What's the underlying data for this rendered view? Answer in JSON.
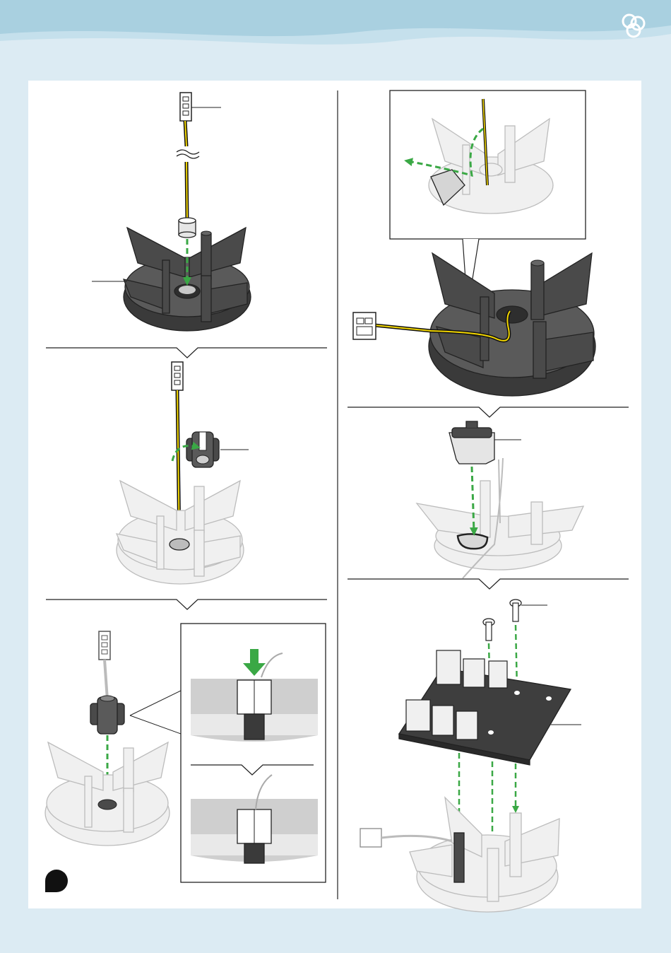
{
  "colors": {
    "page_background": "#dcebf3",
    "header_wave_dark": "#a9d0e0",
    "header_wave_light": "#c5e0ec",
    "panel_background": "#ffffff",
    "part_dark": "#4a4a4a",
    "part_ghost": "#e6e6e6",
    "guide_arrow": "#3aa845",
    "wire_yellow": "#f2d600",
    "wire_black": "#111111",
    "line": "#222222"
  },
  "icons": {
    "brand_logo": "three-circles-logo-icon",
    "step_marker": "black-teardrop-marker-icon"
  },
  "steps": [
    {
      "id": "step-1",
      "depicts": "wire-and-grommet-inserted-into-fan-base"
    },
    {
      "id": "step-2",
      "depicts": "grommet-clipped-onto-wire"
    },
    {
      "id": "step-3",
      "depicts": "grommet-seated-with-two-detail-views"
    },
    {
      "id": "step-4",
      "depicts": "wire-routed-through-base-channel"
    },
    {
      "id": "step-5",
      "depicts": "cap-inserted-into-base-slot"
    },
    {
      "id": "step-6",
      "depicts": "circuit-board-screwed-onto-base"
    }
  ]
}
